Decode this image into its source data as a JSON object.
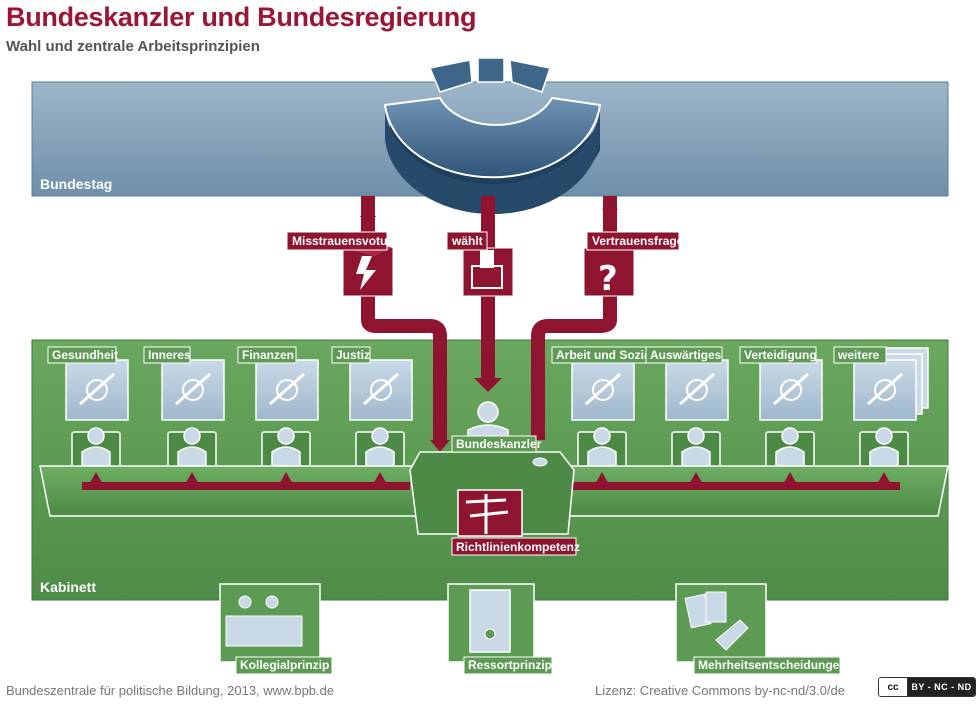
{
  "header": {
    "title": "Bundeskanzler und Bundesregierung",
    "subtitle": "Wahl und zentrale Arbeitsprinzipien"
  },
  "sections": {
    "bundestag": "Bundestag",
    "kabinett": "Kabinett"
  },
  "links": {
    "misstrauensvotum": "Misstrauensvotum",
    "waehlt": "wählt",
    "vertrauensfrage": "Vertrauensfrage"
  },
  "ministries": [
    {
      "label": "Gesundheit",
      "icon": "syringe-pills-icon"
    },
    {
      "label": "Inneres",
      "icon": "police-badge-icon"
    },
    {
      "label": "Finanzen",
      "icon": "coins-icon"
    },
    {
      "label": "Justiz",
      "icon": "judge-desk-icon"
    },
    {
      "label": "Arbeit und Soziales",
      "icon": "ticket-machine-icon"
    },
    {
      "label": "Auswärtiges",
      "icon": "globe-icon"
    },
    {
      "label": "Verteidigung",
      "icon": "tank-icon"
    },
    {
      "label": "weitere",
      "icon": "medical-cross-icon"
    }
  ],
  "chancellor": {
    "label": "Bundeskanzler",
    "competence": "Richtlinienkompetenz"
  },
  "principles": [
    {
      "label": "Kollegialprinzip",
      "icon": "colleagues-icon"
    },
    {
      "label": "Ressortprinzip",
      "icon": "binder-icon"
    },
    {
      "label": "Mehrheitsentscheidungen",
      "icon": "voting-cards-icon"
    }
  ],
  "colors": {
    "title": "#9b1535",
    "bundestag": "#7a9bb5",
    "kabinett": "#5d9a54",
    "arrow": "#8e1430"
  },
  "footer": {
    "source": "Bundeszentrale für politische Bildung, 2013, www.bpb.de",
    "license": "Lizenz: Creative Commons by-nc-nd/3.0/de",
    "cc_badge": "BY - NC - ND",
    "cc_mark": "cc"
  }
}
